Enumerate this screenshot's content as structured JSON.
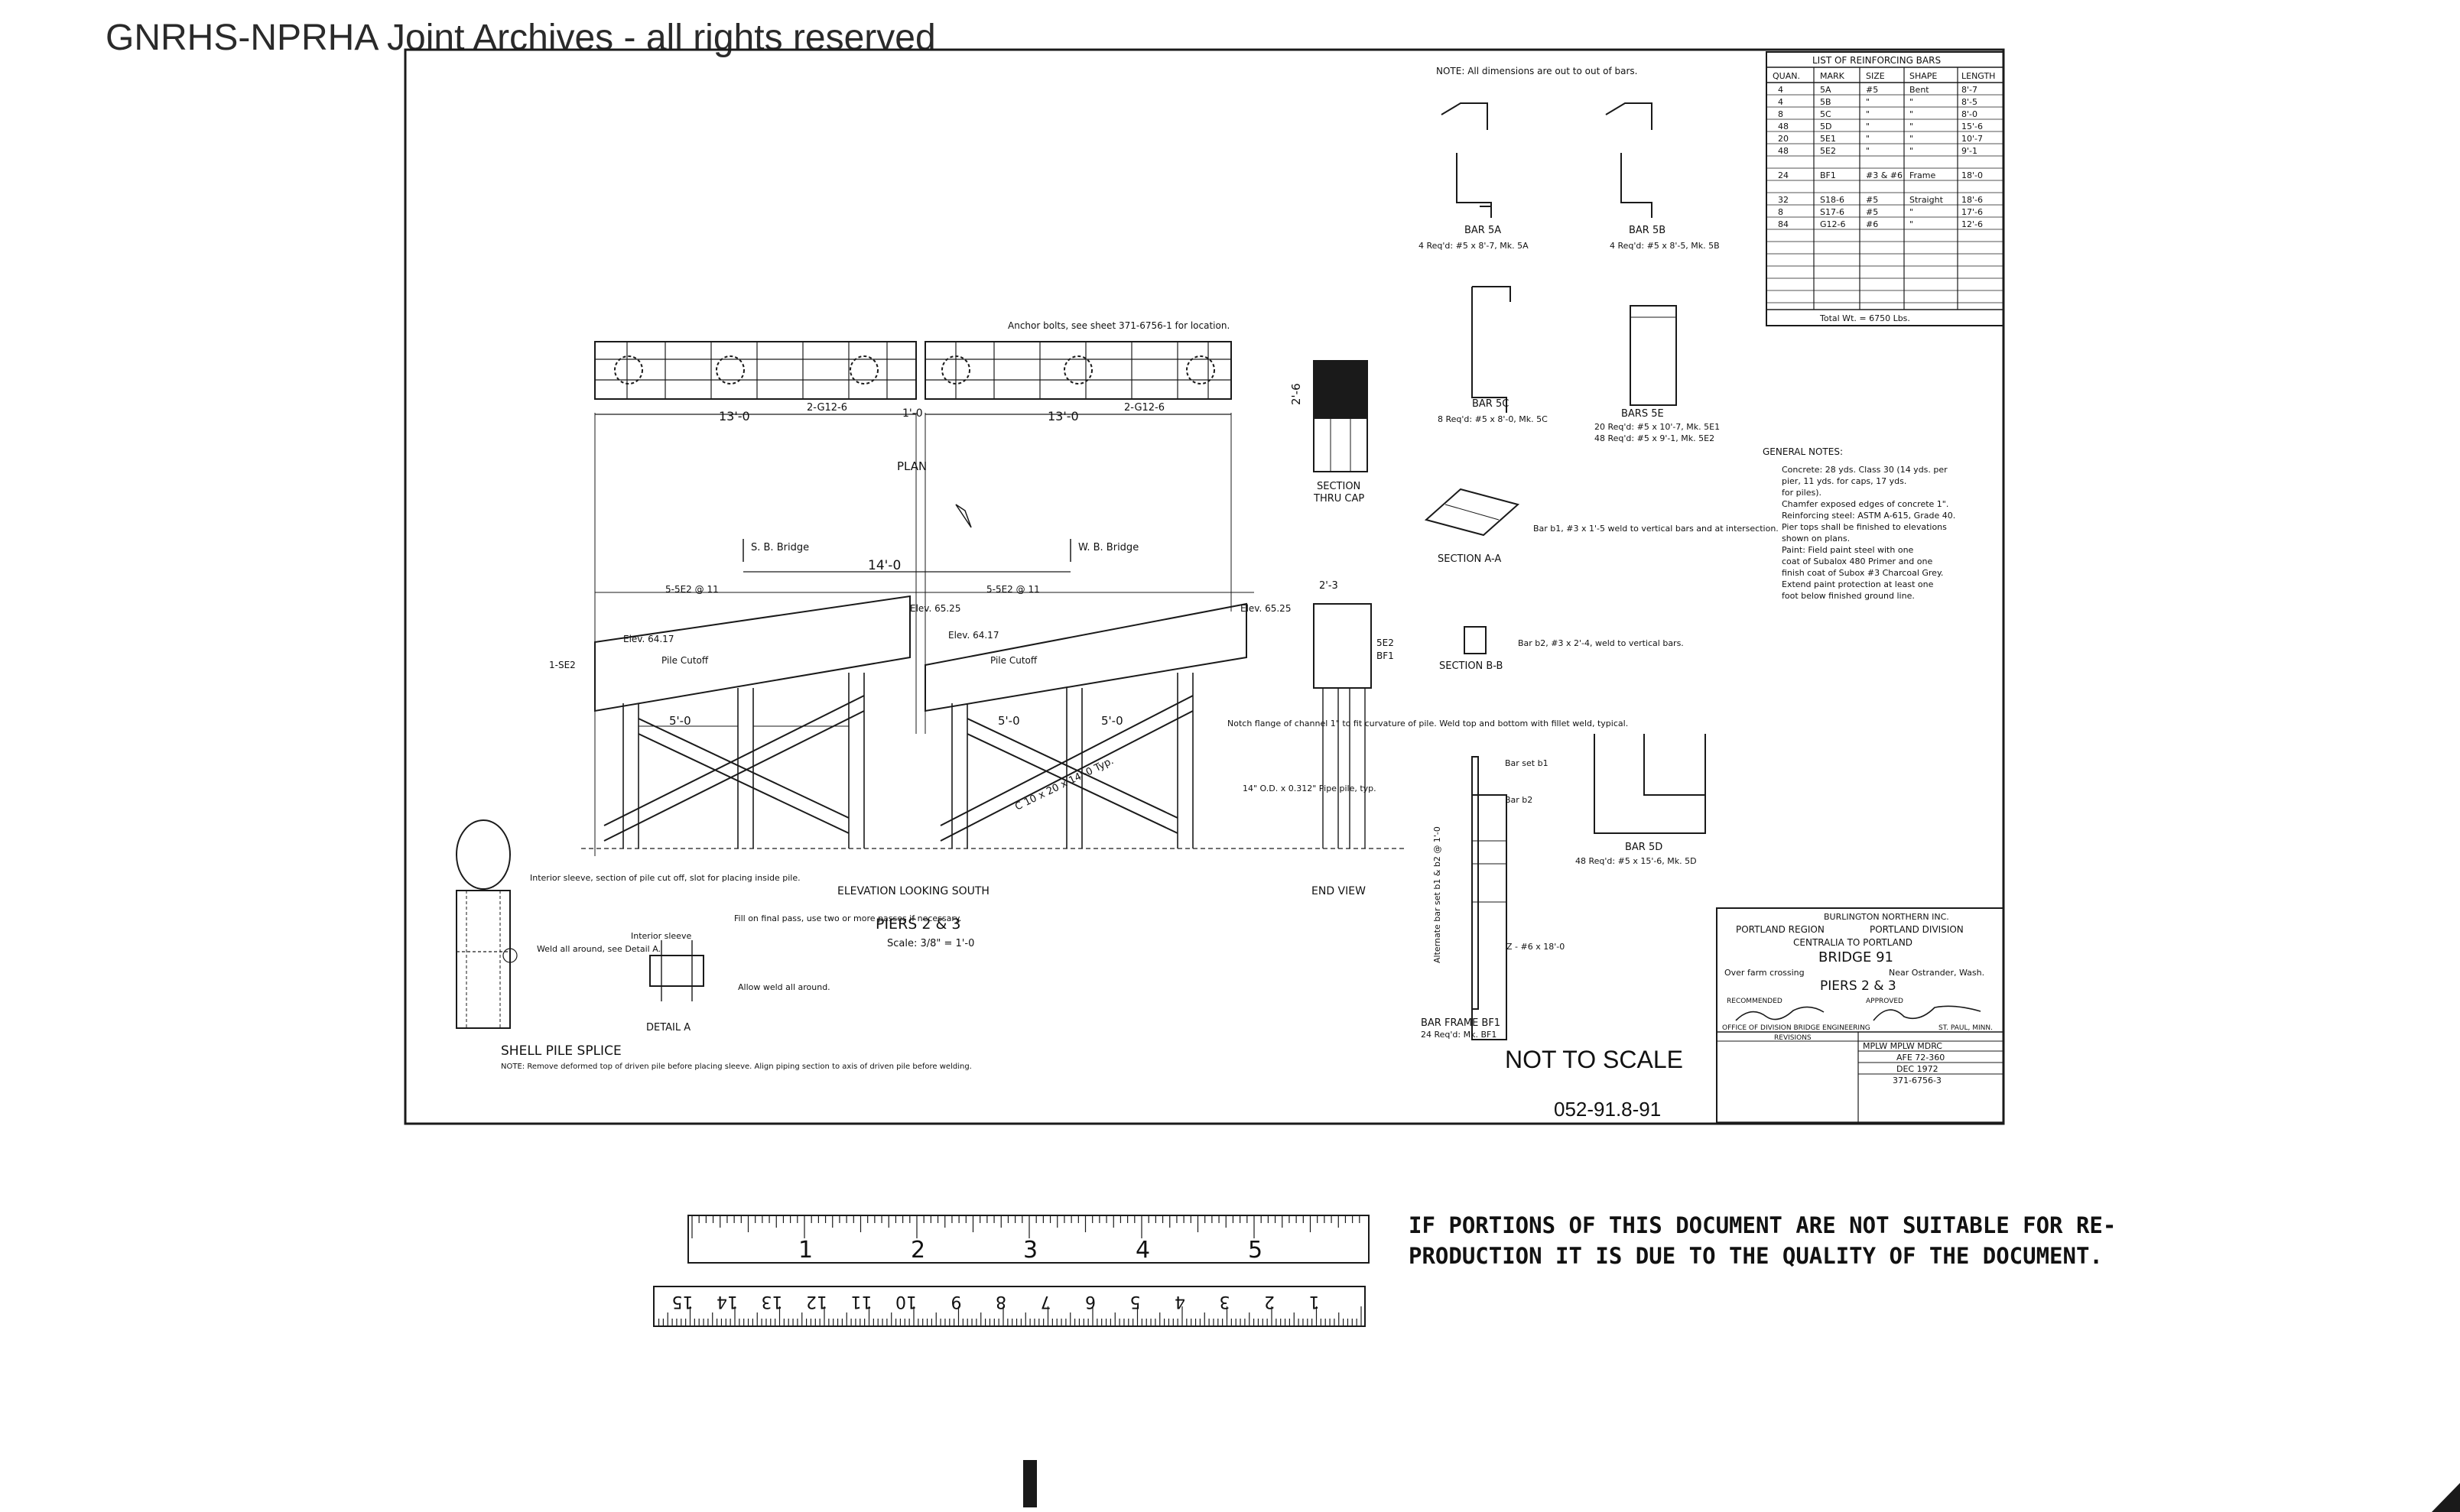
{
  "watermark": "GNRHS-NPRHA Joint Archives - all rights reserved",
  "drawing_number": "052-91.8-91",
  "not_to_scale": "NOT TO SCALE",
  "disclaimer": {
    "line1": "IF PORTIONS OF THIS DOCUMENT ARE NOT SUITABLE FOR RE-",
    "line2": "PRODUCTION IT IS DUE TO THE QUALITY OF THE DOCUMENT."
  },
  "plan": {
    "anchor_note": "Anchor bolts, see sheet 371-6756-1 for location.",
    "label": "PLAN",
    "dim_13_left": "13'-0",
    "dim_13_right": "13'-0",
    "dim_gap": "1'-0",
    "bar_left": "2-G12-6",
    "bar_right": "2-G12-6"
  },
  "section_cap": {
    "dim": "2'-6",
    "label1": "SECTION",
    "label2": "THRU CAP"
  },
  "elevation": {
    "sb": "S. B. Bridge",
    "wb": "W. B. Bridge",
    "dim_14": "14'-0",
    "elev_6417": "Elev. 64.17",
    "elev_6525_a": "Elev. 65.25",
    "elev_6525_b": "Elev. 65.25",
    "cutoff_left": "Pile Cutoff",
    "cutoff_right": "Pile Cutoff",
    "bar_5se2": "5-5E2 @ 11",
    "bar_1se2": "1-SE2",
    "dim_5": "5'-0",
    "channel": "C 10 x 20 x 14'-0 Typ.",
    "notch_note": "Notch flange of channel 1\" to fit curvature of pile. Weld top and bottom with fillet weld, typical.",
    "pipe_note": "14\" O.D. x 0.312\" Pipe pile, typ.",
    "title": "ELEVATION LOOKING SOUTH",
    "end_view": "END VIEW",
    "se2": "5E2",
    "bf1": "BF1",
    "end_dim": "2'-3"
  },
  "piers": {
    "title": "PIERS 2 & 3",
    "scale": "Scale: 3/8\" = 1'-0"
  },
  "splice": {
    "title": "SHELL PILE SPLICE",
    "note": "NOTE: Remove deformed top of driven pile before placing sleeve. Align piping section to axis of driven pile before welding.",
    "interior": "Interior sleeve, section of pile cut off, slot for placing inside pile.",
    "weld": "Weld all around, see Detail A.",
    "fill": "Fill on final pass, use two or more passes if necessary.",
    "sleeve": "Interior sleeve",
    "allweld": "Allow weld all around.",
    "detail": "DETAIL A"
  },
  "bars": {
    "note": "NOTE: All dimensions are out to out of bars.",
    "bar5a": "BAR 5A",
    "bar5a_req": "4 Req'd: #5 x 8'-7, Mk. 5A",
    "bar5b": "BAR 5B",
    "bar5b_req": "4 Req'd: #5 x 8'-5, Mk. 5B",
    "bar5c": "BAR 5C",
    "bar5c_req": "8 Req'd: #5 x 8'-0, Mk. 5C",
    "bars5e": "BARS 5E",
    "bars5e_req1": "20 Req'd: #5 x 10'-7, Mk. 5E1",
    "bars5e_req2": "48 Req'd: #5 x 9'-1, Mk. 5E2",
    "sec_aa": "SECTION A-A",
    "sec_aa_note": "Bar b1, #3 x 1'-5 weld to vertical bars and at intersection.",
    "sec_bb": "SECTION B-B",
    "sec_bb_note": "Bar b2, #3 x 2'-4, weld to vertical bars.",
    "bar5d": "BAR 5D",
    "bar5d_req": "48 Req'd: #5 x 15'-6, Mk. 5D",
    "bf_title": "BAR FRAME BF1",
    "bf_req": "24 Req'd: Mk. BF1",
    "bar_set_b1": "Bar set b1",
    "bar_b2": "Bar b2",
    "bf_z": "Z - #6 x 18'-0",
    "alt": "Alternate bar set b1 & b2 @ 1'-0"
  },
  "rebar_table": {
    "title": "LIST OF REINFORCING BARS",
    "headers": [
      "QUAN.",
      "MARK",
      "SIZE",
      "SHAPE",
      "LENGTH"
    ],
    "rows": [
      [
        "4",
        "5A",
        "#5",
        "Bent",
        "8'-7"
      ],
      [
        "4",
        "5B",
        "\"",
        "\"",
        "8'-5"
      ],
      [
        "8",
        "5C",
        "\"",
        "\"",
        "8'-0"
      ],
      [
        "48",
        "5D",
        "\"",
        "\"",
        "15'-6"
      ],
      [
        "20",
        "5E1",
        "\"",
        "\"",
        "10'-7"
      ],
      [
        "48",
        "5E2",
        "\"",
        "\"",
        "9'-1"
      ],
      [
        "",
        "",
        "",
        "",
        ""
      ],
      [
        "24",
        "BF1",
        "#3 & #6",
        "Frame",
        "18'-0"
      ],
      [
        "",
        "",
        "",
        "",
        ""
      ],
      [
        "32",
        "S18-6",
        "#5",
        "Straight",
        "18'-6"
      ],
      [
        "8",
        "S17-6",
        "#5",
        "\"",
        "17'-6"
      ],
      [
        "84",
        "G12-6",
        "#6",
        "\"",
        "12'-6"
      ]
    ],
    "total": "Total Wt. = 6750 Lbs."
  },
  "general_notes": {
    "title": "GENERAL NOTES:",
    "lines": [
      "Concrete: 28 yds. Class 30 (14 yds. per",
      "pier, 11 yds. for caps, 17 yds.",
      "for piles).",
      "Chamfer exposed edges of concrete 1\".",
      "Reinforcing steel: ASTM A-615, Grade 40.",
      "Pier tops shall be finished to elevations",
      "shown on plans.",
      "Paint: Field paint steel with one",
      "coat of Subalox 480 Primer and one",
      "finish coat of Subox #3 Charcoal Grey.",
      "Extend paint protection at least one",
      "foot below finished ground line."
    ]
  },
  "title_block": {
    "company": "BURLINGTON NORTHERN INC.",
    "region": "PORTLAND REGION",
    "division": "PORTLAND DIVISION",
    "line": "CENTRALIA TO PORTLAND",
    "bridge": "BRIDGE 91",
    "over": "Over farm crossing",
    "near": "Near Ostrander, Wash.",
    "piers": "PIERS 2 & 3",
    "recommended": "RECOMMENDED",
    "approved": "APPROVED",
    "office": "OFFICE OF DIVISION BRIDGE ENGINEERING",
    "city": "ST. PAUL, MINN.",
    "revisions": "REVISIONS",
    "initials": "MPLW  MPLW  MDRC",
    "afe": "AFE 72-360",
    "date": "DEC 1972",
    "plan": "371-6756-3"
  }
}
